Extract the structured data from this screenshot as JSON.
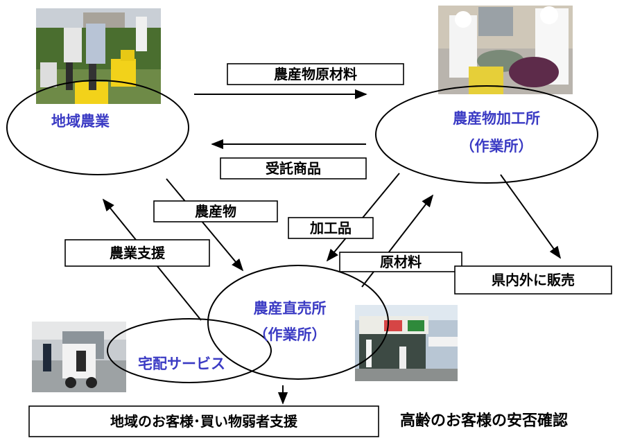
{
  "nodes": {
    "farming": "地域農業",
    "processing_line1": "農産物加工所",
    "processing_line2": "（作業所）",
    "direct_sales_line1": "農産直売所",
    "direct_sales_line2": "（作業所）",
    "delivery": "宅配サービス"
  },
  "edges": {
    "raw_materials_agri": "農産物原材料",
    "consigned_goods": "受託商品",
    "produce": "農産物",
    "processed_goods": "加工品",
    "farm_support": "農業支援",
    "raw_materials": "原材料",
    "sales_outside": "県内外に販売"
  },
  "footer": {
    "customer_support": "地域のお客様･買い物弱者支援",
    "elder_check": "高齢のお客様の安否確認"
  },
  "colors": {
    "node_text": "#3b3bc4",
    "line": "#000000"
  }
}
